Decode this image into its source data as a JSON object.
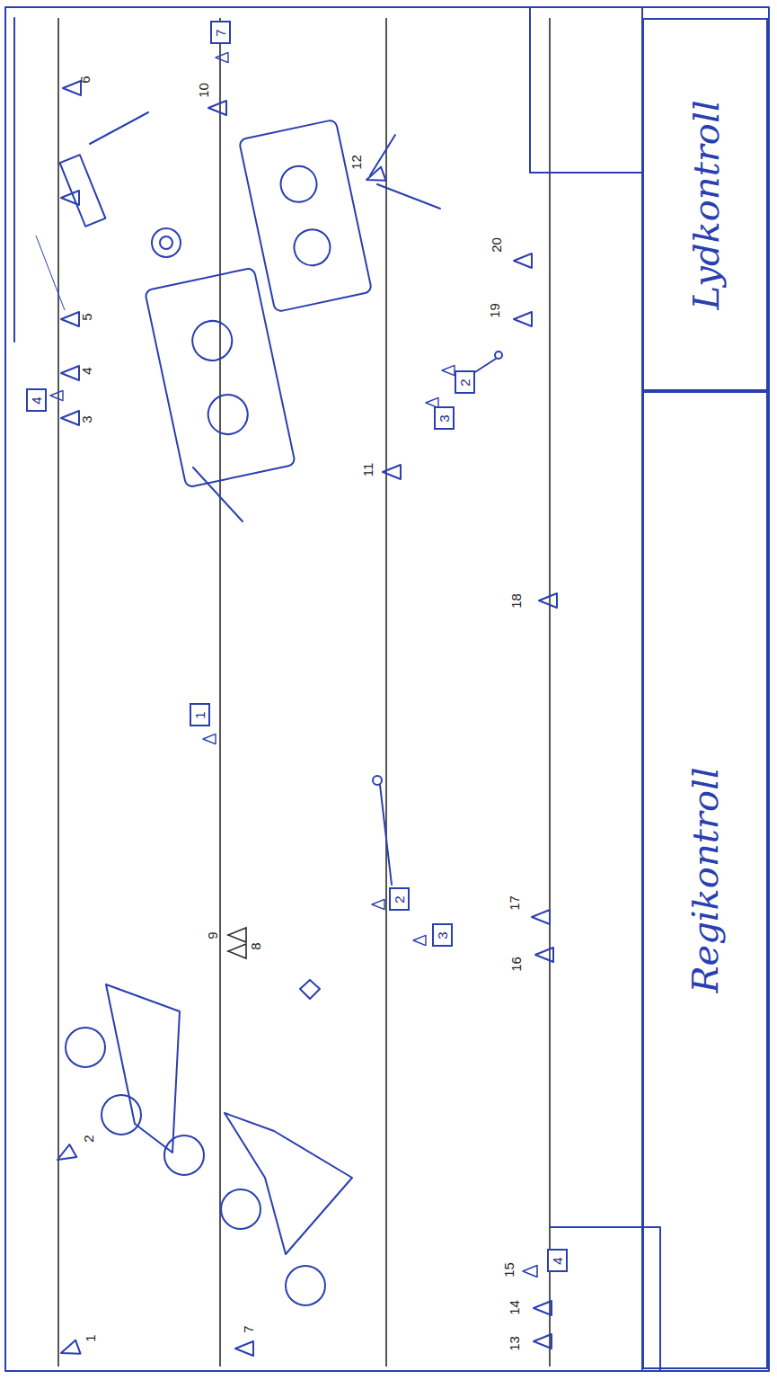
{
  "diagram": {
    "nodes": [
      {
        "text": [
          "Lydkontroll"
        ]
      },
      {
        "text": [
          "Regikontroll"
        ]
      },
      {
        "text": [
          "7"
        ]
      },
      {
        "text": [
          "4"
        ]
      },
      {
        "text": [
          "2"
        ]
      },
      {
        "text": [
          "3"
        ]
      },
      {
        "text": [
          "1"
        ]
      },
      {
        "text": [
          "2"
        ]
      },
      {
        "text": [
          "3"
        ]
      },
      {
        "text": [
          "4"
        ]
      }
    ],
    "labels": [
      "6",
      "10",
      "12",
      "5",
      "20",
      "4",
      "19",
      "3",
      "11",
      "18",
      "17",
      "9",
      "8",
      "16",
      "2",
      "15",
      "14",
      "7",
      "13",
      "1"
    ]
  }
}
